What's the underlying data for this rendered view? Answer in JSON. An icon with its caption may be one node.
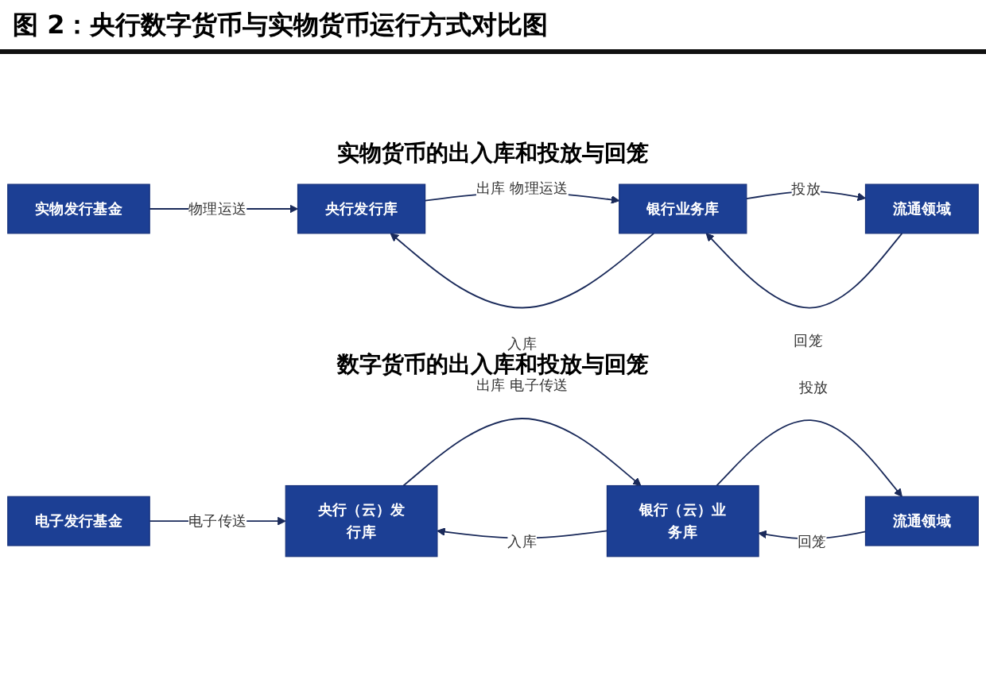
{
  "diagram": {
    "title": "图 2：央行数字货币与实物货币运行方式对比图",
    "nodes": [
      {
        "text": [
          "实物发行基金"
        ]
      },
      {
        "text": [
          "央行发行库"
        ]
      },
      {
        "text": [
          "银行业务库"
        ]
      },
      {
        "text": [
          "流通领域"
        ]
      },
      {
        "text": [
          "电子发行基金"
        ]
      },
      {
        "text": [
          "央行（云）发行库"
        ]
      },
      {
        "text": [
          "银行（云）业务库"
        ]
      },
      {
        "text": [
          "流通领域"
        ]
      }
    ],
    "edges": [
      {
        "from": 0,
        "to": 1,
        "arrow": "to",
        "label": "物理运送"
      },
      {
        "from": 1,
        "to": 2,
        "arrow": "to",
        "label": "出库 物理运送"
      },
      {
        "from": 2,
        "to": 1,
        "arrow": "to",
        "label": "入库"
      },
      {
        "from": 2,
        "to": 3,
        "arrow": "to",
        "label": "投放"
      },
      {
        "from": 3,
        "to": 2,
        "arrow": "to",
        "label": "回笼"
      },
      {
        "from": 4,
        "to": 5,
        "arrow": "to",
        "label": "电子传送"
      },
      {
        "from": 5,
        "to": 6,
        "arrow": "to",
        "label": "出库 电子传送"
      },
      {
        "from": 6,
        "to": 5,
        "arrow": "to",
        "label": "入库"
      },
      {
        "from": 6,
        "to": 7,
        "arrow": "to",
        "label": "投放"
      },
      {
        "from": 7,
        "to": 6,
        "arrow": "to",
        "label": "回笼"
      }
    ],
    "labels": [
      "实物货币的出入库和投放与回笼",
      "数字货币的出入库和投放与回笼"
    ]
  }
}
